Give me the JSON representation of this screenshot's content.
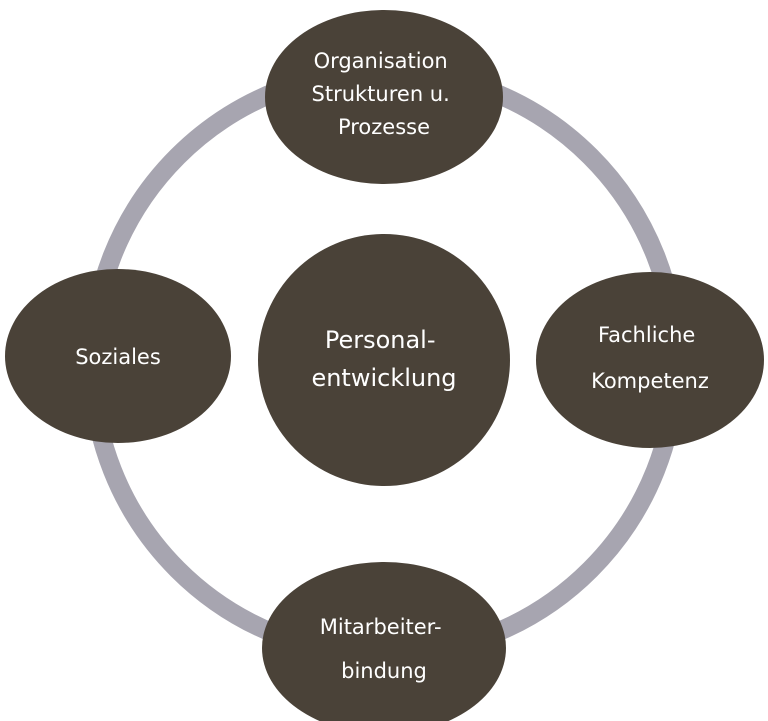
{
  "diagram": {
    "colors": {
      "node_fill": "#4a4238",
      "ring": "#a7a5b0",
      "text": "#ffffff",
      "background": "#ffffff"
    },
    "center": {
      "lines": [
        "Personal-",
        "entwicklung"
      ]
    },
    "top": {
      "lines": [
        "Organisation",
        "Strukturen u.",
        "Prozesse"
      ]
    },
    "right": {
      "lines": [
        "Fachliche",
        "Kompetenz"
      ]
    },
    "bottom": {
      "lines": [
        "Mitarbeiter-",
        "bindung"
      ]
    },
    "left": {
      "lines": [
        "Soziales"
      ]
    }
  }
}
